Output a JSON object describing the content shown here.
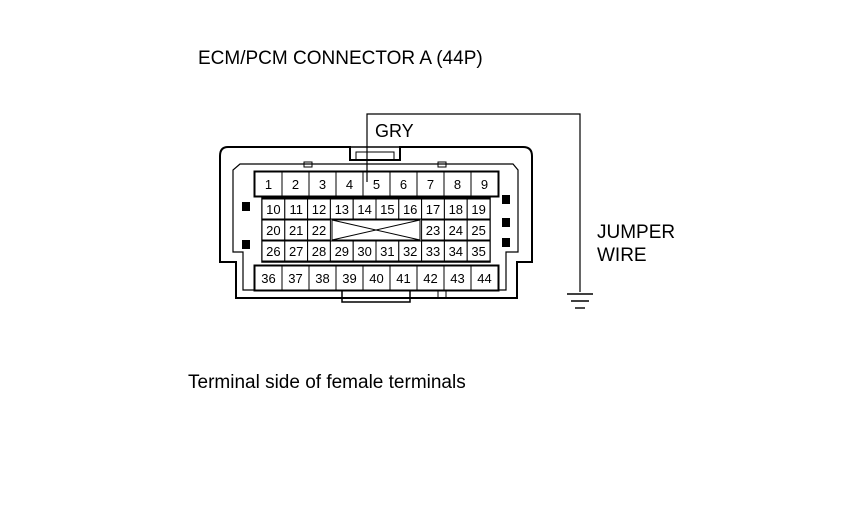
{
  "title": "ECM/PCM CONNECTOR A (44P)",
  "wire_color": "GRY",
  "jumper_label": [
    "JUMPER",
    "WIRE"
  ],
  "caption": "Terminal side of female terminals",
  "rows": [
    [
      "1",
      "2",
      "3",
      "4",
      "5",
      "6",
      "7",
      "8",
      "9"
    ],
    [
      "10",
      "11",
      "12",
      "13",
      "14",
      "15",
      "16",
      "17",
      "18",
      "19"
    ],
    [
      "20",
      "21",
      "22",
      "23",
      "24",
      "25"
    ],
    [
      "26",
      "27",
      "28",
      "29",
      "30",
      "31",
      "32",
      "33",
      "34",
      "35"
    ],
    [
      "36",
      "37",
      "38",
      "39",
      "40",
      "41",
      "42",
      "43",
      "44"
    ]
  ],
  "jumper_pin": "5",
  "ground_icon": "ground-symbol"
}
